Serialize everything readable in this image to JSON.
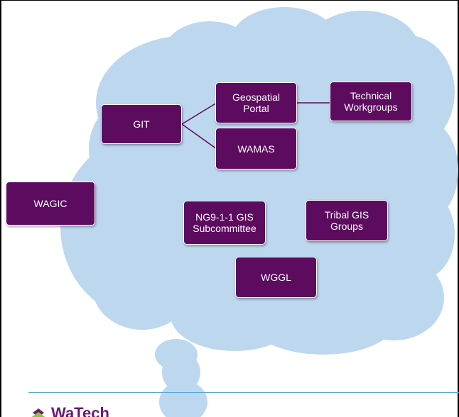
{
  "diagram": {
    "nodes": {
      "wagic": "WAGIC",
      "git": "GIT",
      "geospatial_portal": "Geospatial\nPortal",
      "technical_workgroups": "Technical\nWorkgroups",
      "wamas": "WAMAS",
      "ng911": "NG9-1-1 GIS\nSubcommittee",
      "tribal": "Tribal GIS\nGroups",
      "wggl": "WGGL"
    },
    "edges": [
      [
        "git",
        "geospatial_portal"
      ],
      [
        "git",
        "wamas"
      ],
      [
        "geospatial_portal",
        "technical_workgroups"
      ]
    ],
    "colors": {
      "cloud": "#bdd7ef",
      "node_fill": "#5c0b5f",
      "node_text": "#ffffff",
      "connector": "#5c0b5f"
    }
  },
  "footer": {
    "logo_text": "WaTech",
    "logo_icon": "watech-logo-icon",
    "rule_color": "#5aa6d8"
  }
}
